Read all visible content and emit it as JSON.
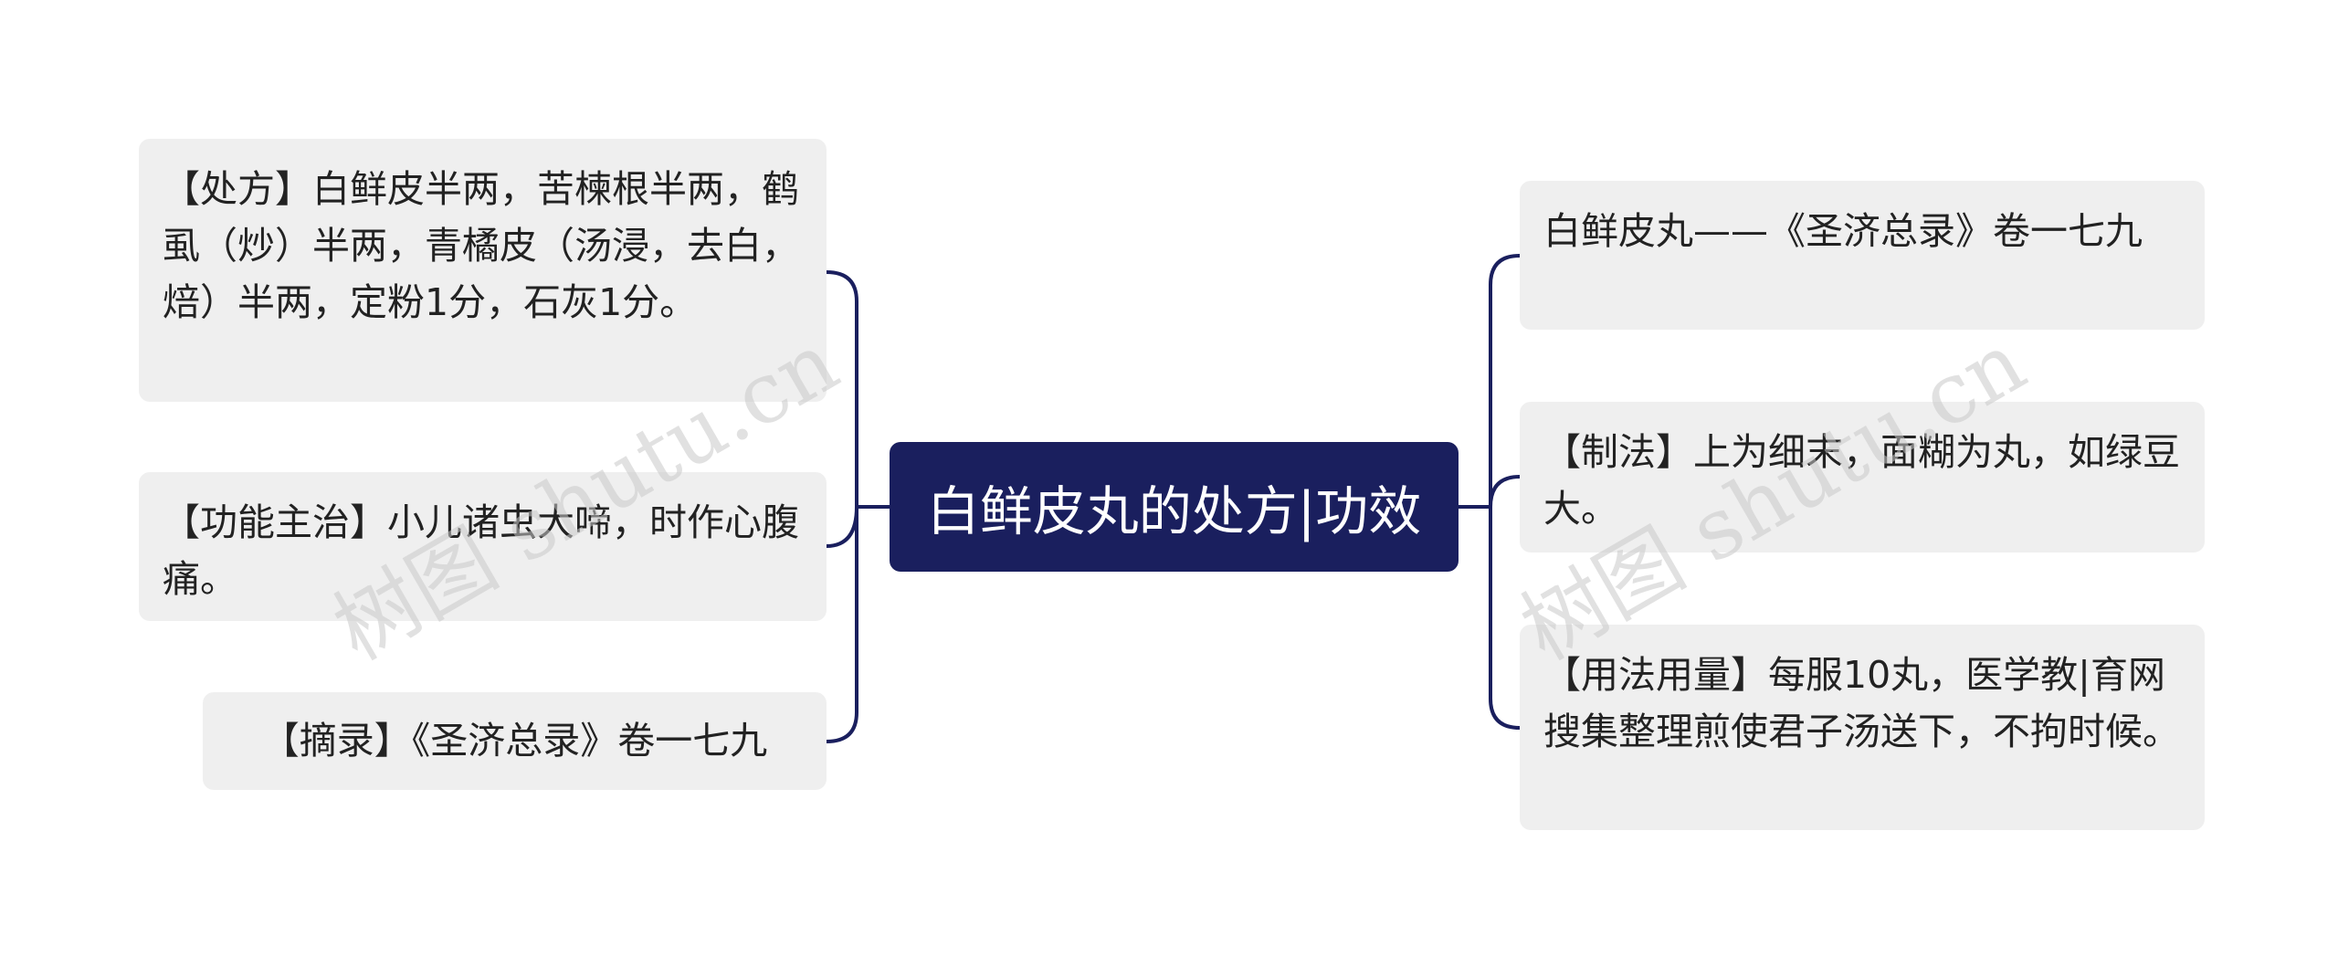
{
  "root": {
    "title": "白鲜皮丸的处方|功效"
  },
  "left_nodes": [
    {
      "text": "【处方】白鲜皮半两，苦楝根半两，鹤虱（炒）半两，青橘皮（汤浸，去白，焙）半两，定粉1分，石灰1分。"
    },
    {
      "text": "【功能主治】小儿诸虫大啼，时作心腹痛。"
    },
    {
      "text": "【摘录】《圣济总录》卷一七九"
    }
  ],
  "right_nodes": [
    {
      "text": "白鲜皮丸——《圣济总录》卷一七九"
    },
    {
      "text": "【制法】上为细末，面糊为丸，如绿豆大。"
    },
    {
      "text": "【用法用量】每服10丸，医学教|育网搜集整理煎使君子汤送下，不拘时候。"
    }
  ],
  "watermark": {
    "text": "树图 shutu.cn"
  },
  "colors": {
    "root_fill": "#1a1f5e",
    "connector": "#1a1f5e",
    "node_fill": "#efefef",
    "text": "#222222"
  }
}
